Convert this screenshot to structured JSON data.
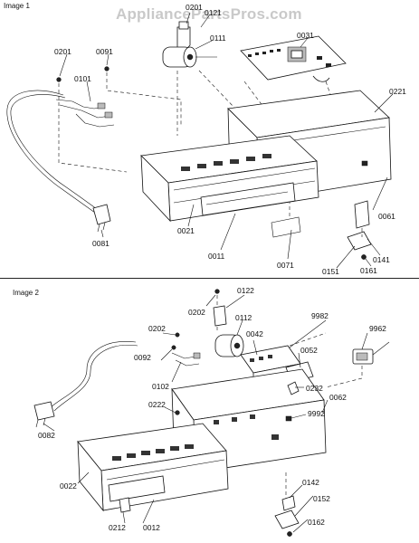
{
  "watermark": "AppliancePartsPros.com",
  "panels": [
    {
      "title": "Image 1",
      "labels": [
        "0201",
        "0121",
        "0111",
        "0031",
        "0201",
        "0091",
        "0101",
        "0221",
        "0021",
        "0011",
        "0061",
        "0071",
        "0151",
        "0141",
        "0161",
        "0081"
      ]
    },
    {
      "title": "Image 2",
      "labels": [
        "0202",
        "0122",
        "0112",
        "9982",
        "9962",
        "0202",
        "0092",
        "0102",
        "0042",
        "0052",
        "0232",
        "9992",
        "0222",
        "0062",
        "0082",
        "0022",
        "0212",
        "0012",
        "0142",
        "0152",
        "0162"
      ]
    }
  ]
}
